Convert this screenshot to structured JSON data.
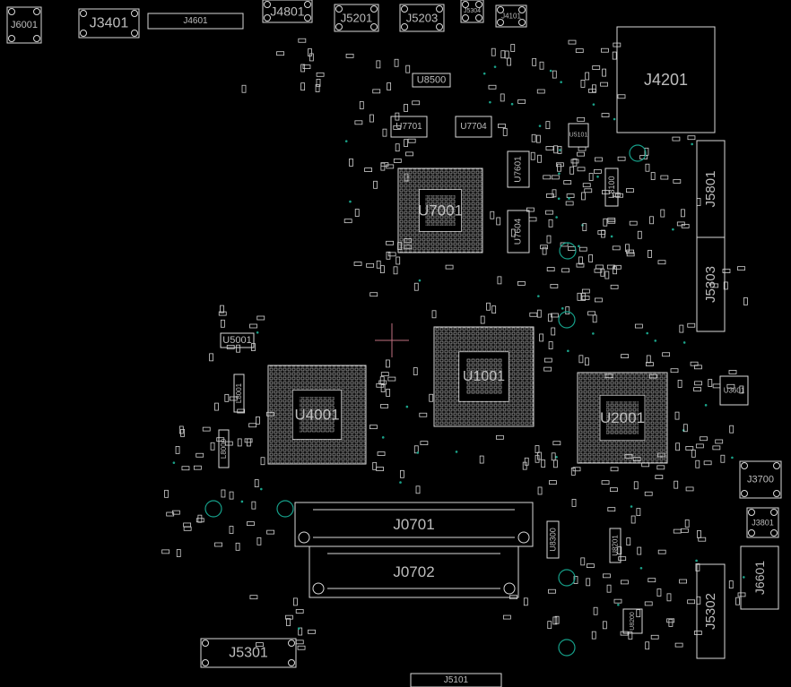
{
  "board": {
    "background": "#000000",
    "outline_color": "#d8d8d8",
    "via_color": "#1aa38a",
    "cursor_color": "#c07080",
    "components": {
      "J6001": "J6001",
      "J3401": "J3401",
      "J4601": "J4601",
      "J4801": "J4801",
      "J5201": "J5201",
      "J5203": "J5203",
      "J5304": "J5304",
      "J4101": "J4101",
      "J4201": "J4201",
      "U8500": "U8500",
      "U7701": "U7701",
      "U7704": "U7704",
      "U7001": "U7001",
      "U7601": "U7601",
      "U7604": "U7604",
      "U5101": "U5101",
      "J5801": "J5801",
      "J5303": "J5303",
      "U1001": "U1001",
      "U5001": "U5001",
      "U4001": "U4001",
      "L8001": "L8001",
      "L8000": "L8000",
      "U2001": "U2001",
      "U3601": "U3601",
      "J3700": "J3700",
      "J3801": "J3801",
      "J0701": "J0701",
      "J0702": "J0702",
      "U8300": "U8300",
      "U8201": "U8201",
      "U8200": "U8200",
      "J5302": "J5302",
      "J6601": "J6601",
      "J5301": "J5301",
      "J5101": "J5101",
      "L8100": "L8100"
    }
  }
}
